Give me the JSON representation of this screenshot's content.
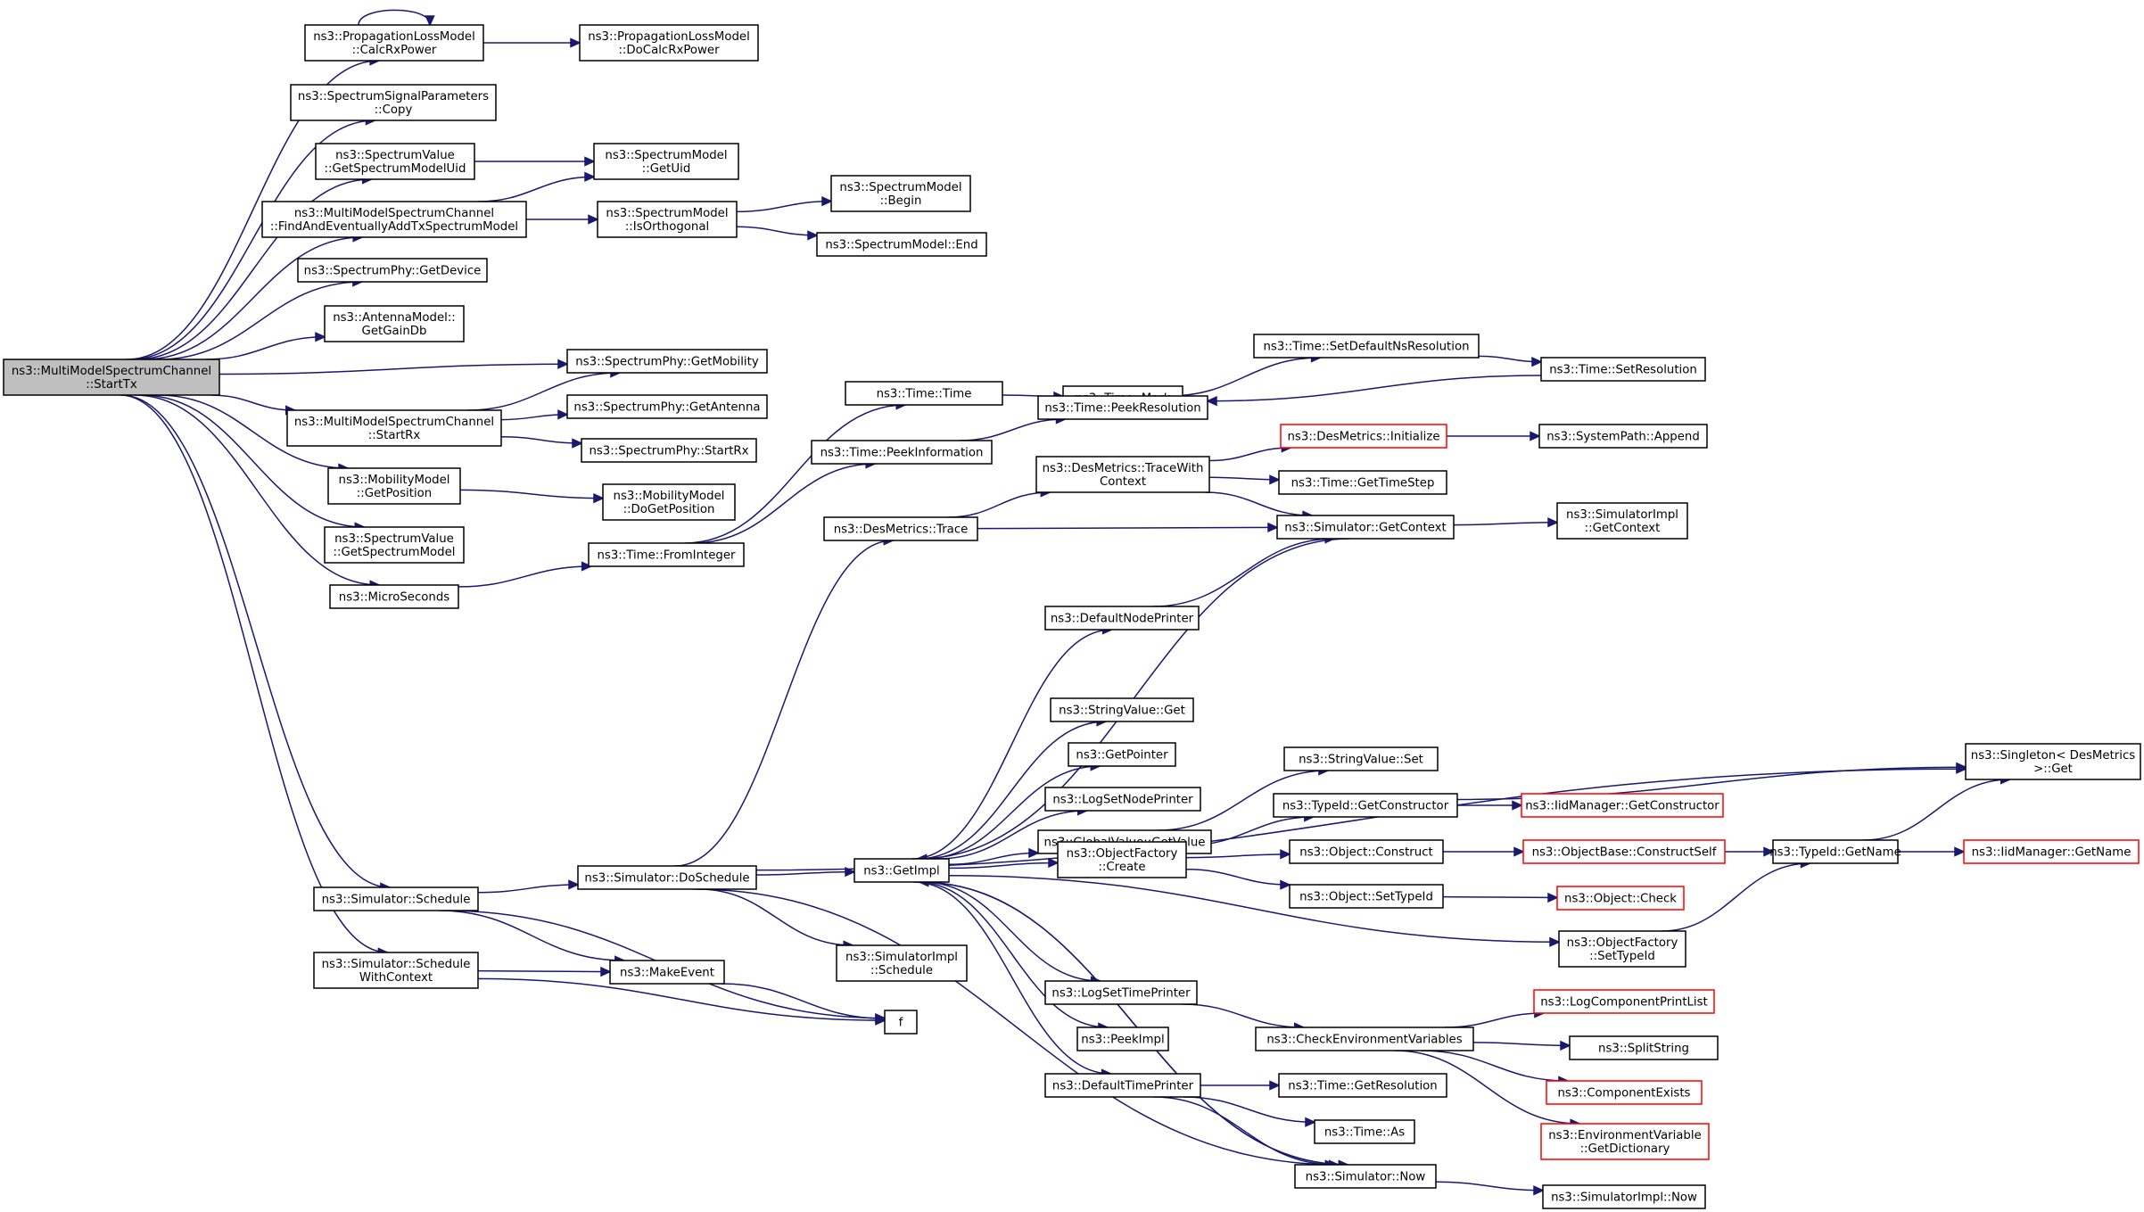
{
  "diagram": {
    "nodes": {
      "startTx": {
        "lines": [
          "ns3::MultiModelSpectrumChannel",
          "::StartTx"
        ]
      },
      "calcRx": {
        "lines": [
          "ns3::PropagationLossModel",
          "::CalcRxPower"
        ]
      },
      "doCalcRx": {
        "lines": [
          "ns3::PropagationLossModel",
          "::DoCalcRxPower"
        ]
      },
      "sigCopy": {
        "lines": [
          "ns3::SpectrumSignalParameters",
          "::Copy"
        ]
      },
      "getSMUid": {
        "lines": [
          "ns3::SpectrumValue",
          "::GetSpectrumModelUid"
        ]
      },
      "smGetUid": {
        "lines": [
          "ns3::SpectrumModel",
          "::GetUid"
        ]
      },
      "findAdd": {
        "lines": [
          "ns3::MultiModelSpectrumChannel",
          "::FindAndEventuallyAddTxSpectrumModel"
        ]
      },
      "isOrth": {
        "lines": [
          "ns3::SpectrumModel",
          "::IsOrthogonal"
        ]
      },
      "smBegin": {
        "lines": [
          "ns3::SpectrumModel",
          "::Begin"
        ]
      },
      "smEnd": {
        "lines": [
          "ns3::SpectrumModel::End"
        ]
      },
      "getDevice": {
        "lines": [
          "ns3::SpectrumPhy::GetDevice"
        ]
      },
      "gainDb": {
        "lines": [
          "ns3::AntennaModel::",
          "GetGainDb"
        ]
      },
      "getMob": {
        "lines": [
          "ns3::SpectrumPhy::GetMobility"
        ]
      },
      "mmStartRx": {
        "lines": [
          "ns3::MultiModelSpectrumChannel",
          "::StartRx"
        ]
      },
      "getAnt": {
        "lines": [
          "ns3::SpectrumPhy::GetAntenna"
        ]
      },
      "phyStartRx": {
        "lines": [
          "ns3::SpectrumPhy::StartRx"
        ]
      },
      "getPos": {
        "lines": [
          "ns3::MobilityModel",
          "::GetPosition"
        ]
      },
      "doGetPos": {
        "lines": [
          "ns3::MobilityModel",
          "::DoGetPosition"
        ]
      },
      "getSM": {
        "lines": [
          "ns3::SpectrumValue",
          "::GetSpectrumModel"
        ]
      },
      "micro": {
        "lines": [
          "ns3::MicroSeconds"
        ]
      },
      "fromInt": {
        "lines": [
          "ns3::Time::FromInteger"
        ]
      },
      "timeTime": {
        "lines": [
          "ns3::Time::Time"
        ]
      },
      "peekInfo": {
        "lines": [
          "ns3::Time::PeekInformation"
        ]
      },
      "timeMark": {
        "lines": [
          "ns3::Time::Mark"
        ]
      },
      "peekRes": {
        "lines": [
          "ns3::Time::PeekResolution"
        ]
      },
      "setDefNs": {
        "lines": [
          "ns3::Time::SetDefaultNsResolution"
        ]
      },
      "setRes": {
        "lines": [
          "ns3::Time::SetResolution"
        ]
      },
      "desInit": {
        "lines": [
          "ns3::DesMetrics::Initialize"
        ]
      },
      "sysAppend": {
        "lines": [
          "ns3::SystemPath::Append"
        ]
      },
      "traceCtx": {
        "lines": [
          "ns3::DesMetrics::TraceWith",
          "Context"
        ]
      },
      "getTimeStep": {
        "lines": [
          "ns3::Time::GetTimeStep"
        ]
      },
      "desTrace": {
        "lines": [
          "ns3::DesMetrics::Trace"
        ]
      },
      "simGetCtx": {
        "lines": [
          "ns3::Simulator::GetContext"
        ]
      },
      "implGetCtx": {
        "lines": [
          "ns3::SimulatorImpl",
          "::GetContext"
        ]
      },
      "defNodePr": {
        "lines": [
          "ns3::DefaultNodePrinter"
        ]
      },
      "strGet": {
        "lines": [
          "ns3::StringValue::Get"
        ]
      },
      "getPointer": {
        "lines": [
          "ns3::GetPointer"
        ]
      },
      "logSetNode": {
        "lines": [
          "ns3::LogSetNodePrinter"
        ]
      },
      "strSet": {
        "lines": [
          "ns3::StringValue::Set"
        ]
      },
      "globalGet": {
        "lines": [
          "ns3::GlobalValue::GetValue"
        ]
      },
      "singleton": {
        "lines": [
          "ns3::Singleton< DesMetrics",
          " >::Get"
        ]
      },
      "getCons": {
        "lines": [
          "ns3::TypeId::GetConstructor"
        ]
      },
      "iidGetCons": {
        "lines": [
          "ns3::IidManager::GetConstructor"
        ]
      },
      "schedule": {
        "lines": [
          "ns3::Simulator::Schedule"
        ]
      },
      "doSchedule": {
        "lines": [
          "ns3::Simulator::DoSchedule"
        ]
      },
      "getImpl": {
        "lines": [
          "ns3::GetImpl"
        ]
      },
      "objConstruct": {
        "lines": [
          "ns3::Object::Construct"
        ]
      },
      "constructSelf": {
        "lines": [
          "ns3::ObjectBase::ConstructSelf"
        ]
      },
      "typeGetName": {
        "lines": [
          "ns3::TypeId::GetName"
        ]
      },
      "iidGetName": {
        "lines": [
          "ns3::IidManager::GetName"
        ]
      },
      "objFactCreate": {
        "lines": [
          "ns3::ObjectFactory",
          "::Create"
        ]
      },
      "objSetTypeId": {
        "lines": [
          "ns3::Object::SetTypeId"
        ]
      },
      "objCheck": {
        "lines": [
          "ns3::Object::Check"
        ]
      },
      "implSchedule": {
        "lines": [
          "ns3::SimulatorImpl",
          "::Schedule"
        ]
      },
      "factSetTypeId": {
        "lines": [
          "ns3::ObjectFactory",
          "::SetTypeId"
        ]
      },
      "schedWithCtx": {
        "lines": [
          "ns3::Simulator::Schedule",
          "WithContext"
        ]
      },
      "makeEvent": {
        "lines": [
          "ns3::MakeEvent"
        ]
      },
      "logSetTime": {
        "lines": [
          "ns3::LogSetTimePrinter"
        ]
      },
      "logCompPrint": {
        "lines": [
          "ns3::LogComponentPrintList"
        ]
      },
      "f": {
        "lines": [
          "f"
        ]
      },
      "checkEnv": {
        "lines": [
          "ns3::CheckEnvironmentVariables"
        ]
      },
      "splitStr": {
        "lines": [
          "ns3::SplitString"
        ]
      },
      "peekImpl": {
        "lines": [
          "ns3::PeekImpl"
        ]
      },
      "compExists": {
        "lines": [
          "ns3::ComponentExists"
        ]
      },
      "defTimePr": {
        "lines": [
          "ns3::DefaultTimePrinter"
        ]
      },
      "getRes": {
        "lines": [
          "ns3::Time::GetResolution"
        ]
      },
      "envVarDict": {
        "lines": [
          "ns3::EnvironmentVariable",
          "::GetDictionary"
        ]
      },
      "timeAs": {
        "lines": [
          "ns3::Time::As"
        ]
      },
      "simNow": {
        "lines": [
          "ns3::Simulator::Now"
        ]
      },
      "implNow": {
        "lines": [
          "ns3::SimulatorImpl::Now"
        ]
      }
    },
    "edges": [
      [
        "startTx",
        "calcRx"
      ],
      [
        "calcRx",
        "calcRx"
      ],
      [
        "calcRx",
        "doCalcRx"
      ],
      [
        "startTx",
        "sigCopy"
      ],
      [
        "startTx",
        "getSMUid"
      ],
      [
        "getSMUid",
        "smGetUid"
      ],
      [
        "startTx",
        "findAdd"
      ],
      [
        "findAdd",
        "smGetUid"
      ],
      [
        "findAdd",
        "isOrth"
      ],
      [
        "isOrth",
        "smBegin"
      ],
      [
        "isOrth",
        "smEnd"
      ],
      [
        "startTx",
        "getDevice"
      ],
      [
        "startTx",
        "gainDb"
      ],
      [
        "startTx",
        "getMob"
      ],
      [
        "startTx",
        "mmStartRx"
      ],
      [
        "mmStartRx",
        "getMob"
      ],
      [
        "mmStartRx",
        "getAnt"
      ],
      [
        "mmStartRx",
        "phyStartRx"
      ],
      [
        "startTx",
        "getPos"
      ],
      [
        "getPos",
        "doGetPos"
      ],
      [
        "startTx",
        "getSM"
      ],
      [
        "startTx",
        "micro"
      ],
      [
        "micro",
        "fromInt"
      ],
      [
        "fromInt",
        "timeTime"
      ],
      [
        "fromInt",
        "peekInfo"
      ],
      [
        "timeTime",
        "timeMark"
      ],
      [
        "peekInfo",
        "peekRes"
      ],
      [
        "peekRes",
        "setDefNs"
      ],
      [
        "setDefNs",
        "setRes"
      ],
      [
        "setRes",
        "peekRes"
      ],
      [
        "startTx",
        "schedule"
      ],
      [
        "startTx",
        "schedWithCtx"
      ],
      [
        "schedule",
        "doSchedule"
      ],
      [
        "schedule",
        "makeEvent"
      ],
      [
        "schedule",
        "f"
      ],
      [
        "schedWithCtx",
        "makeEvent"
      ],
      [
        "schedWithCtx",
        "f"
      ],
      [
        "makeEvent",
        "f"
      ],
      [
        "doSchedule",
        "desTrace"
      ],
      [
        "doSchedule",
        "singleton"
      ],
      [
        "doSchedule",
        "getImpl"
      ],
      [
        "doSchedule",
        "implSchedule"
      ],
      [
        "doSchedule",
        "simNow"
      ],
      [
        "desTrace",
        "traceCtx"
      ],
      [
        "desTrace",
        "simGetCtx"
      ],
      [
        "traceCtx",
        "desInit"
      ],
      [
        "desInit",
        "sysAppend"
      ],
      [
        "traceCtx",
        "getTimeStep"
      ],
      [
        "traceCtx",
        "simGetCtx"
      ],
      [
        "simGetCtx",
        "implGetCtx"
      ],
      [
        "simGetCtx",
        "getImpl"
      ],
      [
        "defNodePr",
        "simGetCtx"
      ],
      [
        "getImpl",
        "defNodePr"
      ],
      [
        "getImpl",
        "strGet"
      ],
      [
        "getImpl",
        "getPointer"
      ],
      [
        "getImpl",
        "logSetNode"
      ],
      [
        "getImpl",
        "globalGet"
      ],
      [
        "globalGet",
        "strSet"
      ],
      [
        "getImpl",
        "objFactCreate"
      ],
      [
        "objFactCreate",
        "getCons"
      ],
      [
        "getCons",
        "singleton"
      ],
      [
        "getCons",
        "iidGetCons"
      ],
      [
        "objFactCreate",
        "objConstruct"
      ],
      [
        "objConstruct",
        "constructSelf"
      ],
      [
        "constructSelf",
        "typeGetName"
      ],
      [
        "typeGetName",
        "iidGetName"
      ],
      [
        "typeGetName",
        "singleton"
      ],
      [
        "objFactCreate",
        "objSetTypeId"
      ],
      [
        "objSetTypeId",
        "objCheck"
      ],
      [
        "getImpl",
        "factSetTypeId"
      ],
      [
        "factSetTypeId",
        "typeGetName"
      ],
      [
        "getImpl",
        "logSetTime"
      ],
      [
        "logSetTime",
        "checkEnv"
      ],
      [
        "checkEnv",
        "logCompPrint"
      ],
      [
        "checkEnv",
        "splitStr"
      ],
      [
        "checkEnv",
        "compExists"
      ],
      [
        "checkEnv",
        "envVarDict"
      ],
      [
        "getImpl",
        "peekImpl"
      ],
      [
        "getImpl",
        "defTimePr"
      ],
      [
        "defTimePr",
        "getRes"
      ],
      [
        "defTimePr",
        "timeAs"
      ],
      [
        "defTimePr",
        "simNow"
      ],
      [
        "getImpl",
        "simNow"
      ],
      [
        "simNow",
        "getImpl"
      ],
      [
        "simNow",
        "implNow"
      ]
    ],
    "red_nodes": [
      "desInit",
      "iidGetCons",
      "constructSelf",
      "iidGetName",
      "objCheck",
      "logCompPrint",
      "compExists",
      "envVarDict"
    ],
    "root": "startTx",
    "colors": {
      "edge": "#191970",
      "border": "#000000",
      "root_fill": "#bfbfbf",
      "red_border": "#ff0000",
      "background": "#ffffff"
    }
  }
}
